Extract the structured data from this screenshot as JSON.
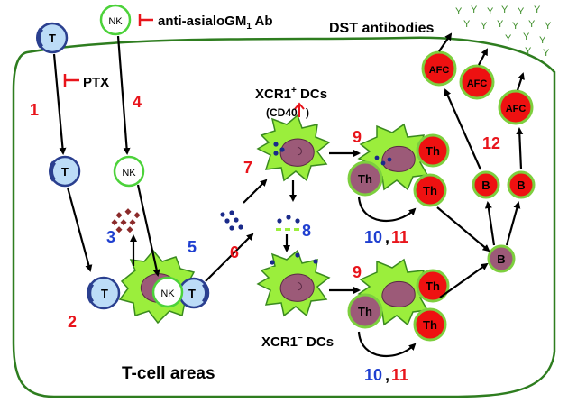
{
  "cells": {
    "t": "T",
    "nk": "NK",
    "th": "Th",
    "b": "B",
    "afc": "AFC"
  },
  "labels": {
    "ptx": "PTX",
    "antibody_prefix": "anti-asialoGM",
    "antibody_sub": "1",
    "antibody_suffix": " Ab",
    "dst": "DST antibodies",
    "xcr1_pos_main": "XCR1",
    "xcr1_pos_sup": "+",
    "xcr1_pos_tail": " DCs",
    "cd40": "(CD40",
    "cd40_close": ")",
    "xcr1_neg_main": "XCR1",
    "xcr1_neg_sup": "−",
    "xcr1_neg_tail": " DCs",
    "area": "T-cell areas",
    "antibody_glyph": "Y"
  },
  "steps": {
    "s1": "1",
    "s2": "2",
    "s3": "3",
    "s4": "4",
    "s5": "5",
    "s6": "6",
    "s7": "7",
    "s8": "8",
    "s9": "9",
    "s10": "10",
    "s11": "11",
    "s12": "12",
    "comma": ","
  },
  "colors": {
    "red": "#e8141b",
    "blue": "#1f3fd0",
    "green_border": "#2e7d1f",
    "dc_fill": "#9bee3c",
    "nucleus": "#9c5a78",
    "t_fill": "#bcdcf7",
    "t_edge": "#2a3f8f",
    "th_fill": "#ee1111",
    "afc_fill": "#ee1111",
    "cell_ring": "#7dcf3e"
  }
}
